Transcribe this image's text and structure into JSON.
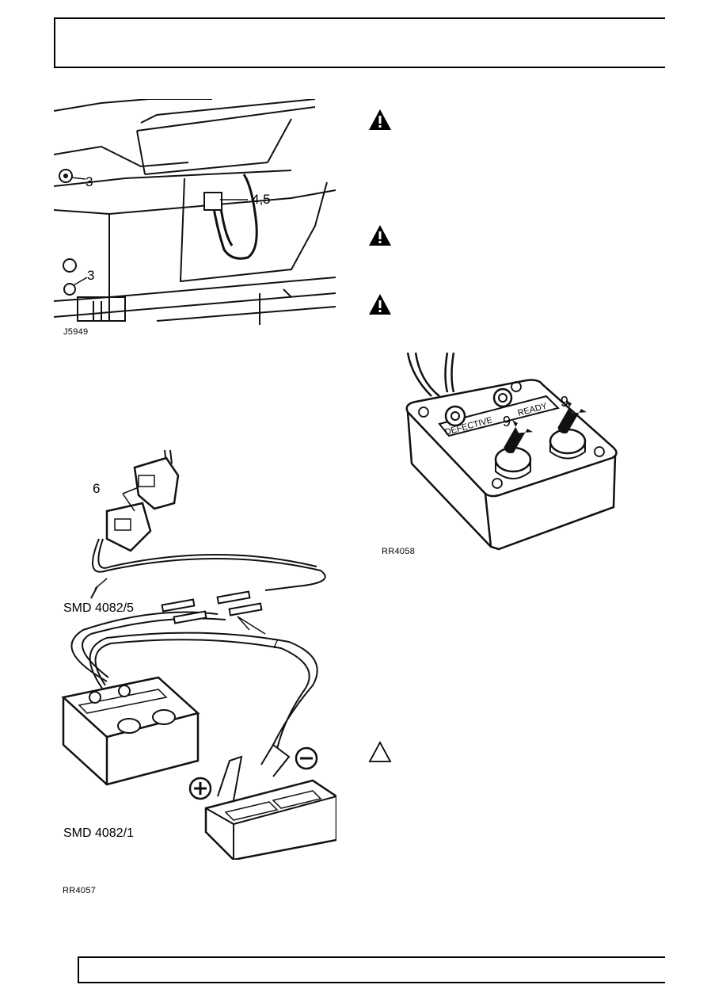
{
  "figures": {
    "fig1": {
      "id": "J5949",
      "callouts": [
        "3",
        "4,5",
        "3"
      ]
    },
    "fig2": {
      "id": "RR4057",
      "callouts": [
        "6",
        "SMD 4082/5",
        "7",
        "SMD 4082/1"
      ],
      "battery_plus": "+",
      "battery_minus": "−"
    },
    "fig3": {
      "id": "RR4058",
      "callouts": [
        "9",
        "9"
      ],
      "panel_label": "DEFECTIVE",
      "panel_label2": "READY"
    }
  },
  "icons": {
    "warning": "warning-triangle-icon",
    "caution": "caution-triangle-icon"
  }
}
